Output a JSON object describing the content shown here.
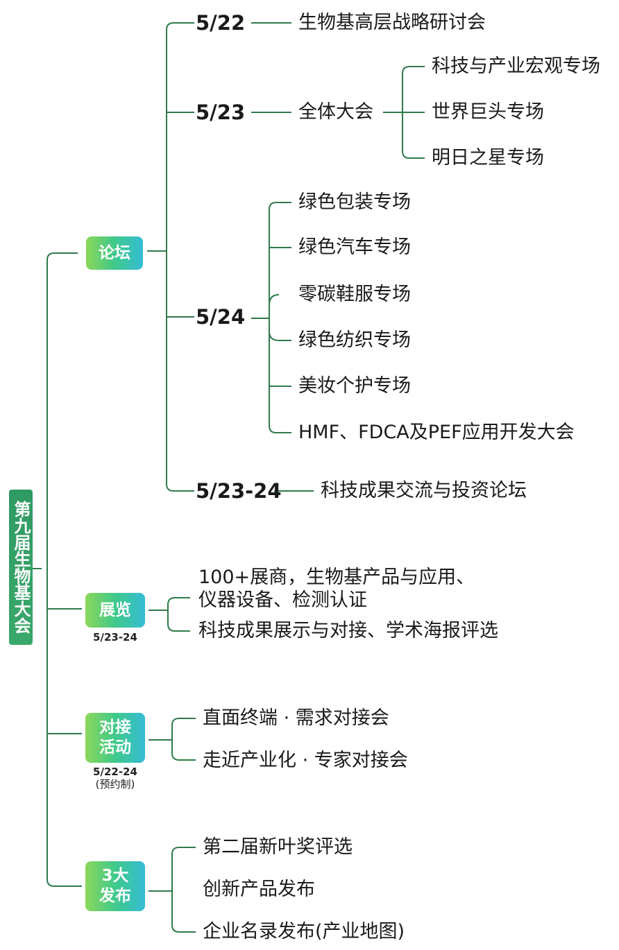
{
  "root": {
    "label": "第九届生物基大会"
  },
  "forum": {
    "label": "论坛",
    "d1": {
      "date": "5/22",
      "item": "生物基高层战略研讨会"
    },
    "d2": {
      "date": "5/23",
      "item": "全体大会",
      "subs": [
        "科技与产业宏观专场",
        "世界巨头专场",
        "明日之星专场"
      ]
    },
    "d3": {
      "date": "5/24",
      "items": [
        "绿色包装专场",
        "绿色汽车专场",
        "零碳鞋服专场",
        "绿色纺织专场",
        "美妆个护专场",
        "HMF、FDCA及PEF应用开发大会"
      ]
    },
    "d4": {
      "date": "5/23-24",
      "item": "科技成果交流与投资论坛"
    }
  },
  "expo": {
    "label": "展览",
    "date": "5/23-24",
    "items": [
      "100+展商，生物基产品与应用、",
      "仪器设备、检测认证",
      "科技成果展示与对接、学术海报评选"
    ]
  },
  "matching": {
    "label_line1": "对接",
    "label_line2": "活动",
    "date": "5/22-24",
    "note": "(预约制)",
    "items": [
      "直面终端 · 需求对接会",
      "走近产业化 · 专家对接会"
    ]
  },
  "release": {
    "label_line1": "3大",
    "label_line2": "发布",
    "items": [
      "第二届新叶奖评选",
      "创新产品发布",
      "企业名录发布(产业地图)"
    ]
  },
  "colors": {
    "line": "#2e7a4a",
    "root_bg": "#2f9a63",
    "badge_start": "#8bd75a",
    "badge_end": "#35bcd6"
  }
}
